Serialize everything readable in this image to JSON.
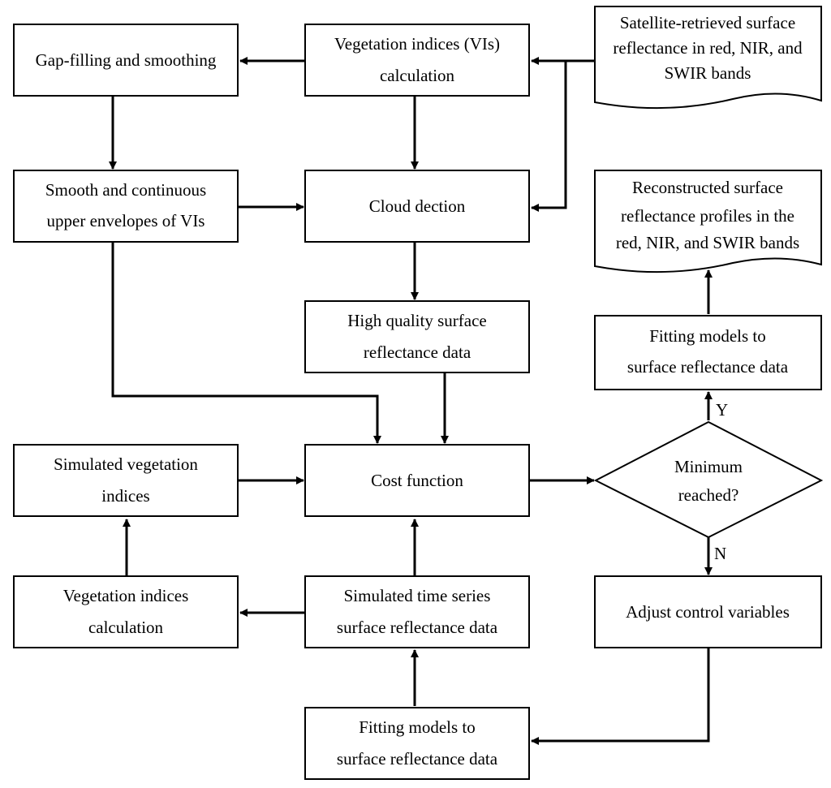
{
  "nodes": {
    "satellite": [
      "Satellite-retrieved surface",
      "reflectance in red, NIR, and",
      "SWIR bands"
    ],
    "vi_calc": [
      "Vegetation indices (VIs)",
      "calculation"
    ],
    "gap_fill": [
      "Gap-filling and smoothing"
    ],
    "smooth_env": [
      "Smooth and continuous",
      "upper envelopes of VIs"
    ],
    "cloud": [
      "Cloud dection"
    ],
    "reconstructed": [
      "Reconstructed surface",
      "reflectance profiles in the",
      "red, NIR, and SWIR bands"
    ],
    "high_quality": [
      "High quality surface",
      "reflectance data"
    ],
    "fit_right": [
      "Fitting models to",
      "surface reflectance data"
    ],
    "sim_vi": [
      "Simulated vegetation",
      "indices"
    ],
    "cost": [
      "Cost function"
    ],
    "minimum": [
      "Minimum",
      "reached?"
    ],
    "vi_calc2": [
      "Vegetation indices",
      "calculation"
    ],
    "sim_ts": [
      "Simulated time series",
      "surface reflectance data"
    ],
    "adjust": [
      "Adjust control variables"
    ],
    "fit_bottom": [
      "Fitting models to",
      "surface reflectance data"
    ]
  },
  "edge_labels": {
    "yes": "Y",
    "no": "N"
  }
}
